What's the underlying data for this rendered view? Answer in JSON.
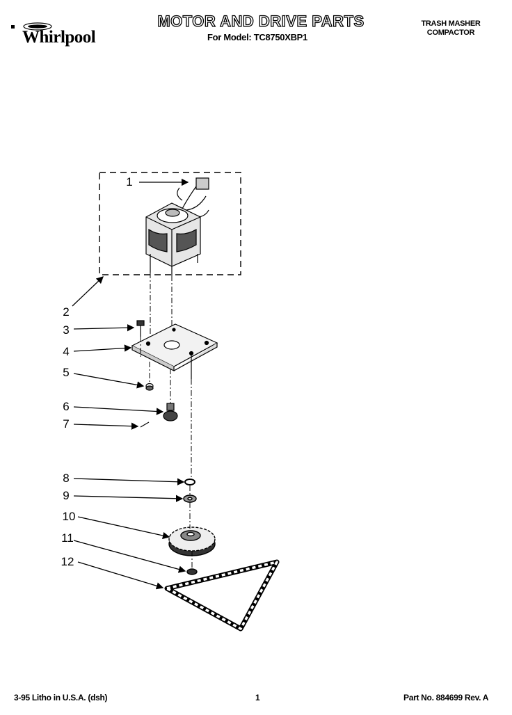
{
  "brand": {
    "name": "Whirlpool",
    "badge_text": "WHIRLPOOL"
  },
  "header": {
    "title": "MOTOR AND DRIVE PARTS",
    "model_line": "For Model: TC8750XBP1",
    "product_line1": "TRASH MASHER",
    "product_line2": "COMPACTOR"
  },
  "callouts": [
    {
      "label": "1"
    },
    {
      "label": "2"
    },
    {
      "label": "3"
    },
    {
      "label": "4"
    },
    {
      "label": "5"
    },
    {
      "label": "6"
    },
    {
      "label": "7"
    },
    {
      "label": "8"
    },
    {
      "label": "9"
    },
    {
      "label": "10"
    },
    {
      "label": "11"
    },
    {
      "label": "12"
    }
  ],
  "footer": {
    "litho": "3-95 Litho in U.S.A. (dsh)",
    "page": "1",
    "part_no": "Part No. 884699 Rev. A"
  }
}
